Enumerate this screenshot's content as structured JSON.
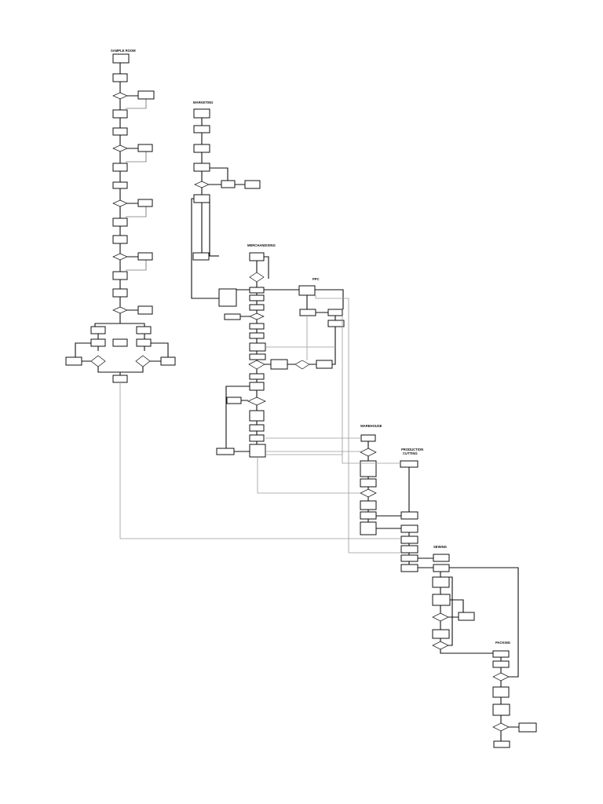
{
  "diagram": {
    "sections": [
      {
        "id": "sample-room",
        "title": "SAMPLE ROOM"
      },
      {
        "id": "marketing",
        "title": "MARKETING"
      },
      {
        "id": "merchandising",
        "title": "MERCHANDISING"
      },
      {
        "id": "ppc",
        "title": "PPC"
      },
      {
        "id": "warehouse",
        "title": "WAREHOUSE"
      },
      {
        "id": "production-cutting",
        "title": "PRODUCTION CUTTING"
      },
      {
        "id": "sewing",
        "title": "SEWING"
      },
      {
        "id": "packing",
        "title": "PACKING"
      }
    ]
  }
}
